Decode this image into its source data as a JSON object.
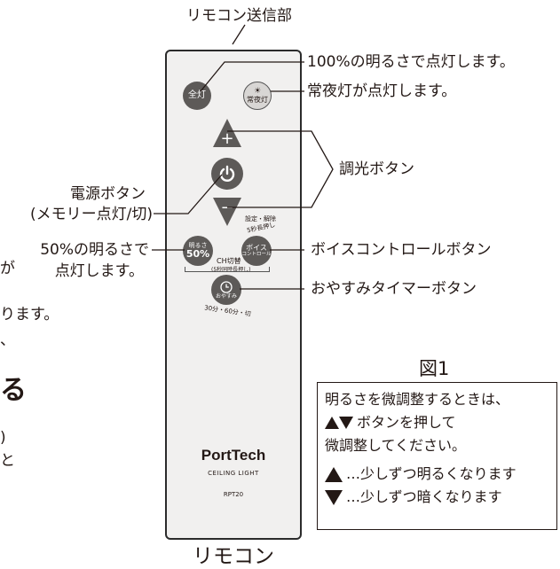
{
  "header": {
    "remote_sender_label": "リモコン送信部"
  },
  "remote": {
    "full_light_btn": "全灯",
    "night_light_btn": "常夜灯",
    "plus_symbol": "+",
    "minus_symbol": "−",
    "setting_label": "設定・解除",
    "long_press_5s": "5秒長押し",
    "brightness50_btn_line1": "明るさ",
    "brightness50_btn_line2": "50%",
    "voice_btn_line1": "ボイス",
    "voice_btn_line2": "コントロール",
    "ch_switch_label": "CH切替",
    "ch_switch_sub": "(5秒同時長押し)",
    "sleep_btn": "おやすみ",
    "sleep_times": "30分・60分・切",
    "brand": "PortTech",
    "product": "CEILING LIGHT",
    "model": "RPT20"
  },
  "callouts": {
    "full_light": "100%の明るさで点灯します。",
    "night_light": "常夜灯が点灯します。",
    "dimming": "調光ボタン",
    "power_line1": "電源ボタン",
    "power_line2": "(メモリー点灯/切)",
    "half_line1": "50%の明るさで",
    "half_line2": "点灯します。",
    "voice": "ボイスコントロールボタン",
    "sleep": "おやすみタイマーボタン"
  },
  "left_fragments": [
    "が",
    "ります。",
    "、",
    "る",
    ")",
    "と"
  ],
  "figure_label": "図1",
  "note": {
    "lines": [
      "明るさを微調整するときは、",
      "ボタンを押して",
      "微調整してください。"
    ],
    "up_text": "…少しずつ明るくなります",
    "down_text": "…少しずつ暗くなります"
  },
  "caption": "リモコン",
  "colors": {
    "button_dark": "#5d5a58",
    "button_light": "#d8d6d4",
    "remote_body": "#f1f0ef",
    "ink": "#231815"
  }
}
